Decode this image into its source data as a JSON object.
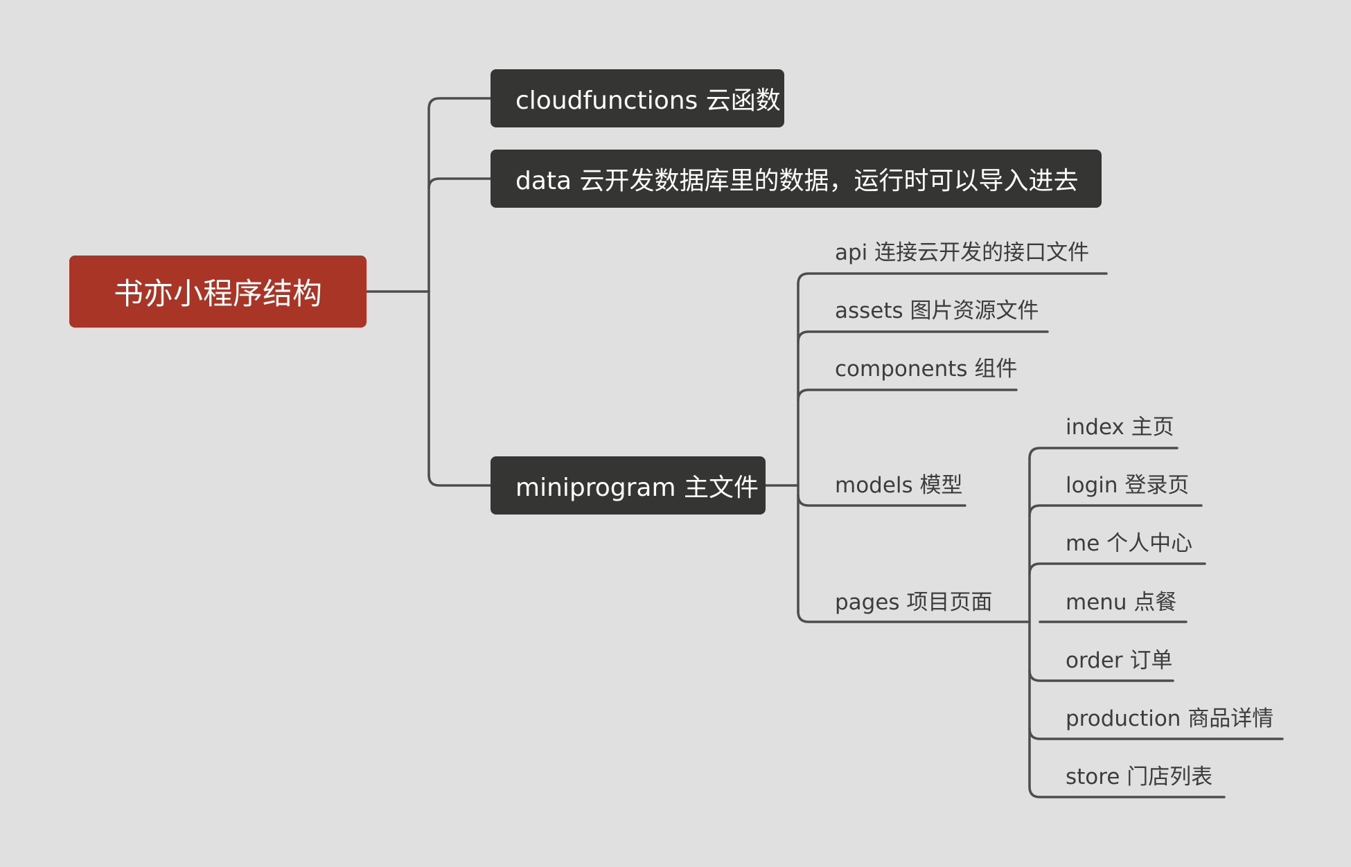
{
  "root": {
    "label": "书亦小程序结构"
  },
  "branches": {
    "cloudfunctions": {
      "label": "cloudfunctions 云函数"
    },
    "data": {
      "label": "data  云开发数据库里的数据，运行时可以导入进去"
    },
    "miniprogram": {
      "label": "miniprogram 主文件",
      "children": {
        "api": "api  连接云开发的接口文件",
        "assets": "assets  图片资源文件",
        "components": "components 组件",
        "models": "models 模型",
        "pages": {
          "label": "pages 项目页面",
          "children": {
            "index": "index 主页",
            "login": "login  登录页",
            "me": "me  个人中心",
            "menu": "menu  点餐",
            "order": "order  订单",
            "production": "production  商品详情",
            "store": "store  门店列表"
          }
        }
      }
    }
  },
  "colors": {
    "background": "#e0e0e0",
    "root_fill": "#a83525",
    "branch_fill": "#353633",
    "line": "#4d4d4d",
    "leaf_text": "#3c3c3c"
  }
}
